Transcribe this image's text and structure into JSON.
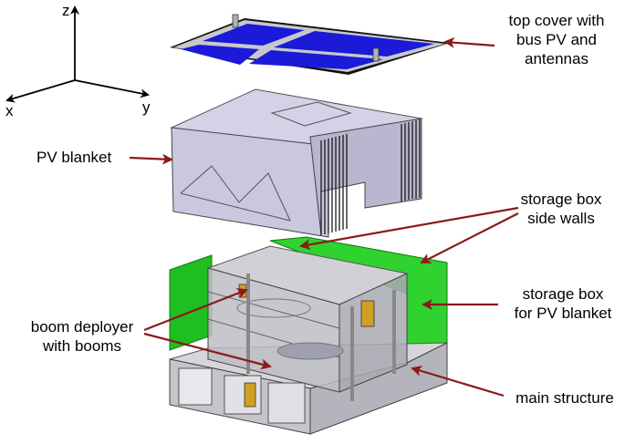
{
  "axes": {
    "z": "z",
    "y": "y",
    "x": "x"
  },
  "labels": {
    "top_cover": [
      "top cover with",
      "bus PV and",
      "antennas"
    ],
    "pv_blanket": [
      "PV blanket"
    ],
    "side_walls": [
      "storage box",
      "side walls"
    ],
    "storage_box": [
      "storage box",
      "for PV blanket"
    ],
    "boom_deployer": [
      "boom deployer",
      "with booms"
    ],
    "main_structure": [
      "main structure"
    ]
  },
  "colors": {
    "arrow": "#8b1a1a",
    "panel_blue": "#1a1ad8",
    "frame_gray": "#c8c8cc",
    "blanket": "#c9c8de",
    "green_wall": "#1fbf1f",
    "axis": "#000000"
  }
}
